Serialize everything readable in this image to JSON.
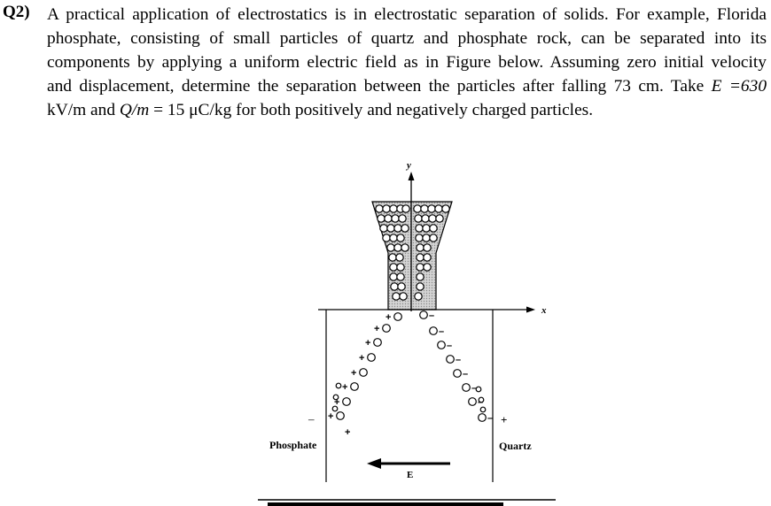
{
  "question": {
    "number": "Q2)",
    "lines": [
      "A practical application of electrostatics is in electrostatic separation of solids. For example, Florida",
      "phosphate, consisting of small particles of quartz and phosphate rock, can be separated into its",
      "components by applying a uniform electric field as in Figure below. Assuming zero initial velocity",
      "and displacement, determine the separation between the particles after falling 73 cm. Take",
      "kV/m and",
      "= 15 μC/kg for both positively and negatively charged particles."
    ],
    "e_symbol": "E",
    "e_value": "=630",
    "qm_symbol": "Q/m"
  },
  "figure": {
    "axis_y": "y",
    "axis_x": "x",
    "left_label": "Phosphate",
    "right_label": "Quartz",
    "field_label": "E",
    "left_plate_sign": "–",
    "right_plate_sign": "+",
    "pos_particle_sign": "+",
    "neg_particle_sign": "–"
  }
}
